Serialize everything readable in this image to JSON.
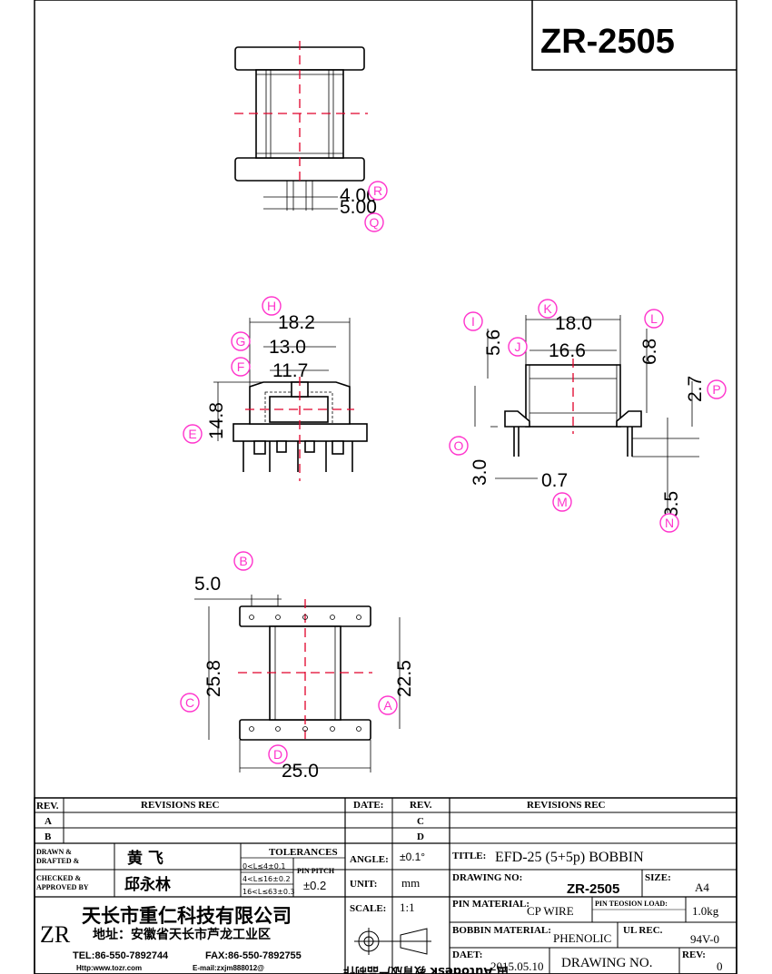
{
  "part_number": "ZR-2505",
  "dims": {
    "r": "4.00",
    "q": "5.00",
    "h": "18.2",
    "g": "13.0",
    "f": "11.7",
    "e": "14.8",
    "k": "18.0",
    "i": "5.6",
    "j": "16.6",
    "l": "6.8",
    "p": "2.7",
    "o": "3.0",
    "m": "0.7",
    "n": "3.5",
    "b": "5.0",
    "c": "25.8",
    "a": "22.5",
    "d": "25.0"
  },
  "labels": {
    "r": "R",
    "q": "Q",
    "h": "H",
    "g": "G",
    "f": "F",
    "e": "E",
    "k": "K",
    "i": "I",
    "j": "J",
    "l": "L",
    "p": "P",
    "o": "O",
    "m": "M",
    "n": "N",
    "b": "B",
    "c": "C",
    "a": "A",
    "d": "D"
  },
  "title_block": {
    "rev_header": "REV.",
    "revisions_rec": "REVISIONS  REC",
    "date_header": "DATE:",
    "rev_a": "A",
    "rev_b": "B",
    "rev_c": "C",
    "rev_d": "D",
    "drawn_label_1": "DRAWN &",
    "drawn_label_2": "DRAFTED &",
    "drawn_name": "黄   飞",
    "checked_label_1": "CHECKED  &",
    "checked_label_2": "APPROVED  BY",
    "checked_name": "邱永林",
    "tolerances": "TOLERANCES",
    "tol_1": "0<L≤4±0.1",
    "tol_2": "4<L≤16±0.2",
    "tol_3": "16<L≤63±0.3",
    "pin_pitch": "PIN PITCH",
    "pin_pitch_value": "±0.2",
    "angle_label": "ANGLE:",
    "angle_value": "±0.1°",
    "unit_label": "UNIT:",
    "unit_value": "mm",
    "scale_label": "SCALE:",
    "scale_value": "1:1",
    "title_label": "TITLE:",
    "title_value": "EFD-25  (5+5p)  BOBBIN",
    "drawing_no_label": "DRAWING  NO:",
    "drawing_no_value": "ZR-2505",
    "size_label": "SIZE:",
    "size_value": "A4",
    "pin_material_label": "PIN  MATERIAL:",
    "pin_material_value": "CP WIRE",
    "pin_tension_label": "PIN TEOSION LOAD:",
    "pin_tension_value": "1.0kg",
    "bobbin_material_label": "BOBBIN  MATERIAL:",
    "bobbin_material_value": "PHENOLIC",
    "ul_label": "UL  REC.",
    "ul_value": "94V-0",
    "date_label": "DAET:",
    "date_value": "2015.05.10",
    "drawing_no_footer": "DRAWING   NO.",
    "rev_label": "REV:",
    "rev_value": "0",
    "company_logo": "ZR",
    "company_name": "天长市重仁科技有限公司",
    "address": "地址：安徽省天长市芦龙工业区",
    "tel": "TEL:86-550-7892744",
    "fax": "FAX:86-550-7892755",
    "web": "Http:www.tozr.com",
    "email": "E-mail:zxjm888012@",
    "watermark": "由 Autodesk 教育版产品制作"
  }
}
